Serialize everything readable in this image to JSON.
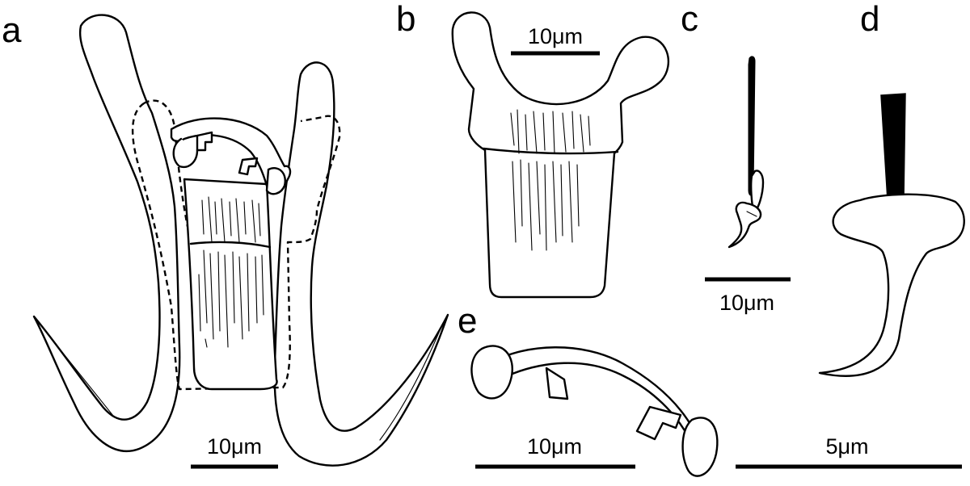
{
  "panels": {
    "a": {
      "letter": "a",
      "scale_label": "10μm"
    },
    "b": {
      "letter": "b",
      "scale_label": "10μm"
    },
    "c": {
      "letter": "c",
      "scale_label": "10μm"
    },
    "d": {
      "letter": "d",
      "scale_label": "5μm"
    },
    "e": {
      "letter": "e",
      "scale_label": "10μm"
    }
  }
}
